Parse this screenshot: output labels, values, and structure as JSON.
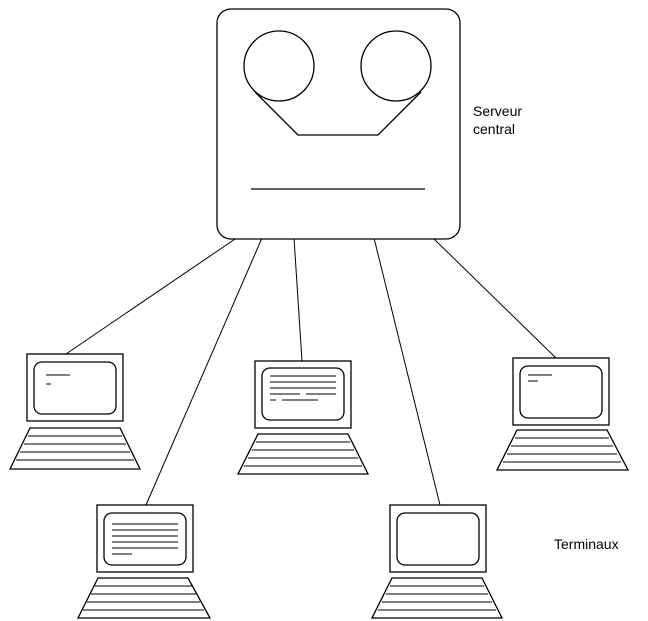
{
  "server": {
    "label_line1": "Serveur",
    "label_line2": "central"
  },
  "terminals": {
    "label": "Terminaux",
    "count": 5
  }
}
